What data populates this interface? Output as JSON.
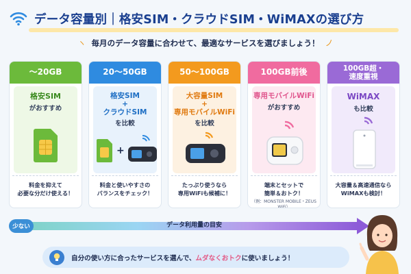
{
  "header": {
    "title": "データ容量別｜格安SIM・クラウドSIM・WiMAXの選び方",
    "subtitle": "毎月のデータ容量に合わせて、最適なサービスを選びましょう！"
  },
  "colors": {
    "blue": "#2f8be0",
    "green": "#6cba3b",
    "orange": "#f39a1e",
    "pink": "#f06b9f",
    "purple": "#9a6ad6"
  },
  "cards": [
    {
      "range": "〜20GB",
      "name": "格安SIM",
      "recommend": "がおすすめ",
      "note_line1": "料金を抑えて",
      "note_line2": "必要な分だけ使える！",
      "device": "sim-card"
    },
    {
      "range": "20〜50GB",
      "name": "格安SIM\n+\nクラウドSIM",
      "recommend": "を比較",
      "note_line1": "料金と使いやすさの",
      "note_line2": "バランスをチェック！",
      "device": "sim-plus-router"
    },
    {
      "range": "50〜100GB",
      "name": "大容量SIM\n+\n専用モバイルWiFi",
      "recommend": "を比較",
      "note_line1": "たっぷり使うなら",
      "note_line2": "専用WiFiも候補に！",
      "device": "pocket-wifi"
    },
    {
      "range": "100GB前後",
      "name": "専用モバイルWiFi",
      "recommend": "がおすすめ",
      "note_line1": "端末とセットで",
      "note_line2": "簡単＆おトク！",
      "note_small": "（例：MONSTER MOBILE・ZEUS WiFi）",
      "device": "mobile-router"
    },
    {
      "range": "100GB超・\n速度重視",
      "name": "WiMAX",
      "recommend": "も比較",
      "note_line1": "大容量＆高速通信なら",
      "note_line2": "WiMAXも検討！",
      "device": "home-router"
    }
  ],
  "usage_arrow": {
    "start_label": "少ない",
    "label": "データ利用量の目安"
  },
  "bottom_tip": {
    "before": "自分の使い方に合ったサービスを選んで、",
    "highlight": "ムダなくおトク",
    "after": "に使いましょう！"
  }
}
